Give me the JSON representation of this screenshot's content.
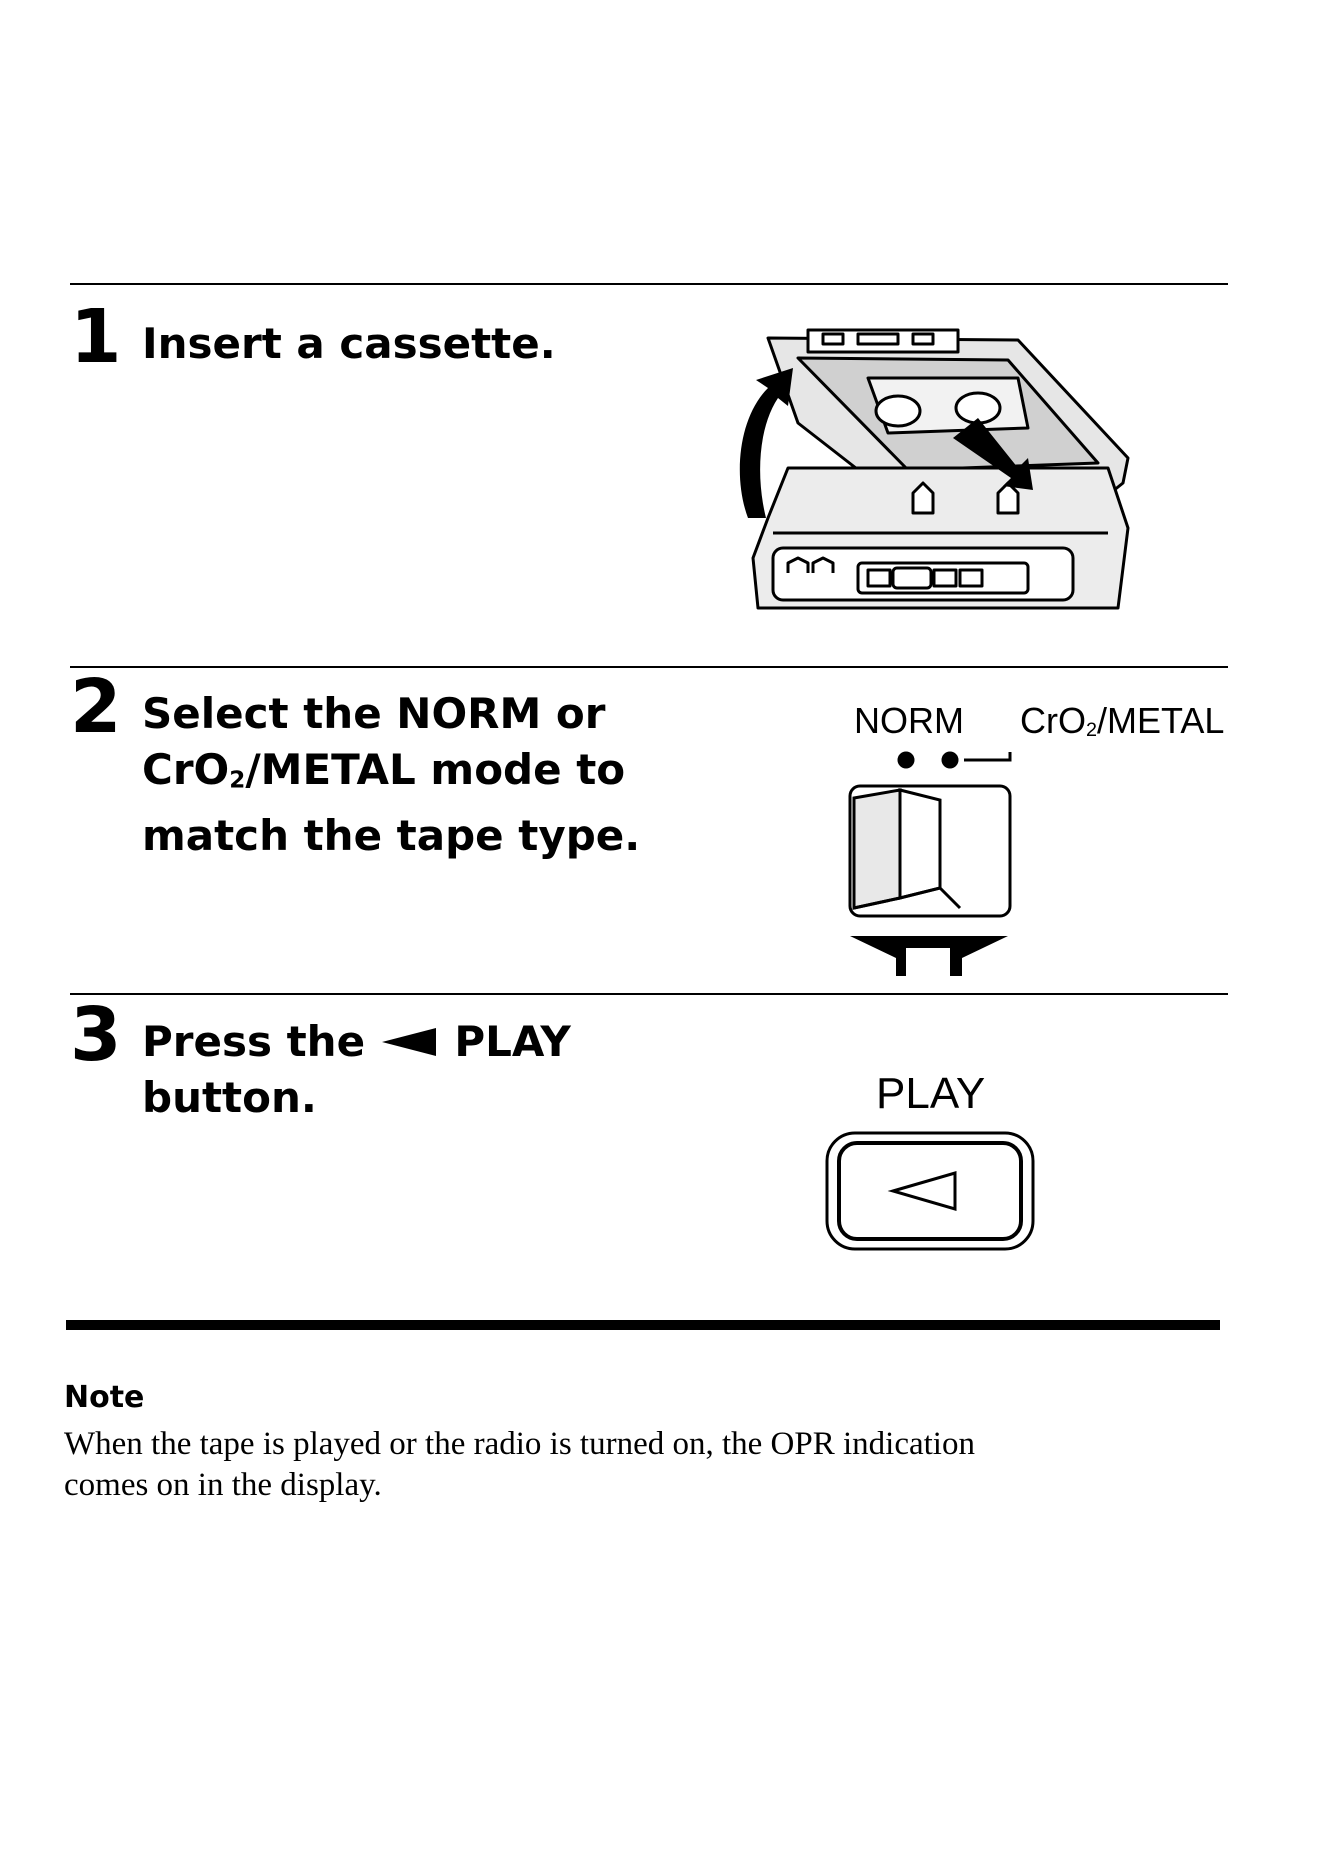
{
  "steps": [
    {
      "number": "1",
      "lines": [
        "Insert a cassette."
      ]
    },
    {
      "number": "2",
      "lines": [
        "Select the NORM or",
        "CrO",
        "2",
        "/METAL mode to",
        "match the tape type."
      ]
    },
    {
      "number": "3",
      "lines": [
        "Press the",
        "PLAY",
        "button."
      ]
    }
  ],
  "figures": {
    "switch": {
      "label_left": "NORM",
      "label_right_prefix": "CrO",
      "label_right_sub": "2",
      "label_right_suffix": "/METAL"
    },
    "play": {
      "label": "PLAY"
    }
  },
  "note": {
    "title": "Note",
    "body": "When the tape is played or the radio is turned on, the OPR indication comes on in the display."
  }
}
